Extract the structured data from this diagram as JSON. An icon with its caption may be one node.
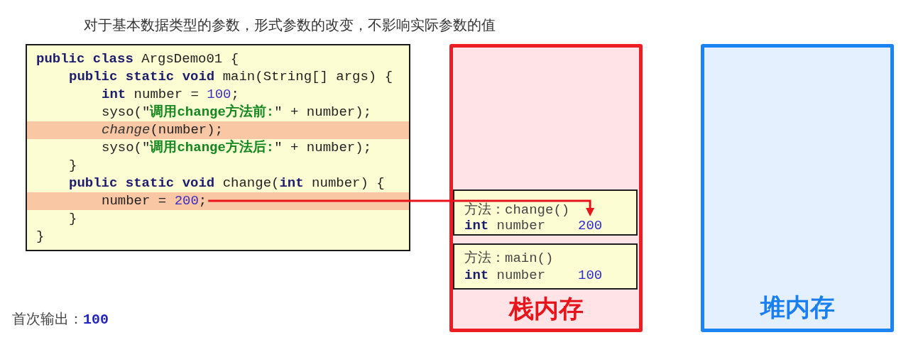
{
  "diagram": {
    "title": "对于基本数据类型的参数，形式参数的改变，不影响实际参数的值",
    "nodes": [
      {
        "text": [
          "**public class** ArgsDemo01 {",
          "**public static void** main(String[] args) {",
          "**int** number = 100;",
          "syso(\"**调用change方法前:**\" + number);",
          "*change*(number);",
          "syso(\"**调用change方法后:**\" + number);",
          "}",
          "**public static void** change(**int** number) {",
          "}",
          "}"
        ]
      },
      {
        "text": [
          "number = 200;"
        ],
        "in": 0
      },
      {
        "text": [
          "栈内存"
        ]
      },
      {
        "text": [
          "方法：change()",
          "**int** number"
        ],
        "in": 2
      },
      {
        "text": [
          "200"
        ],
        "in": 3
      },
      {
        "text": [
          "方法：main()",
          "**int** number",
          "100"
        ],
        "in": 2
      },
      {
        "text": [
          "堆内存"
        ]
      }
    ],
    "edges": [
      {
        "from": 1,
        "to": 4,
        "arrow": "to"
      }
    ],
    "labels": [
      "首次输出：**100**"
    ]
  }
}
